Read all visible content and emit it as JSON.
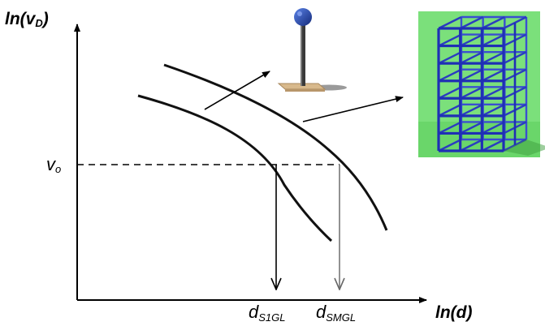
{
  "diagram": {
    "y_axis_label": {
      "main": "ln(v",
      "sub": "D",
      "close": ")"
    },
    "x_axis_label": "ln(d)",
    "v0_label": {
      "main": "v",
      "sub": "o"
    },
    "d_single": {
      "main": "d",
      "sub": "S1GL"
    },
    "d_multi": {
      "main": "d",
      "sub": "SMGL"
    },
    "icons": {
      "single_dof": "pendulum-oscillator-icon",
      "multi_dof": "frame-building-icon"
    },
    "colors": {
      "curve": "#111111",
      "building_frame": "#1f2fb5",
      "building_bg": "#7be07b",
      "pendulum_mass": "#1e3fa8",
      "pendulum_base": "#d8b98c"
    }
  }
}
